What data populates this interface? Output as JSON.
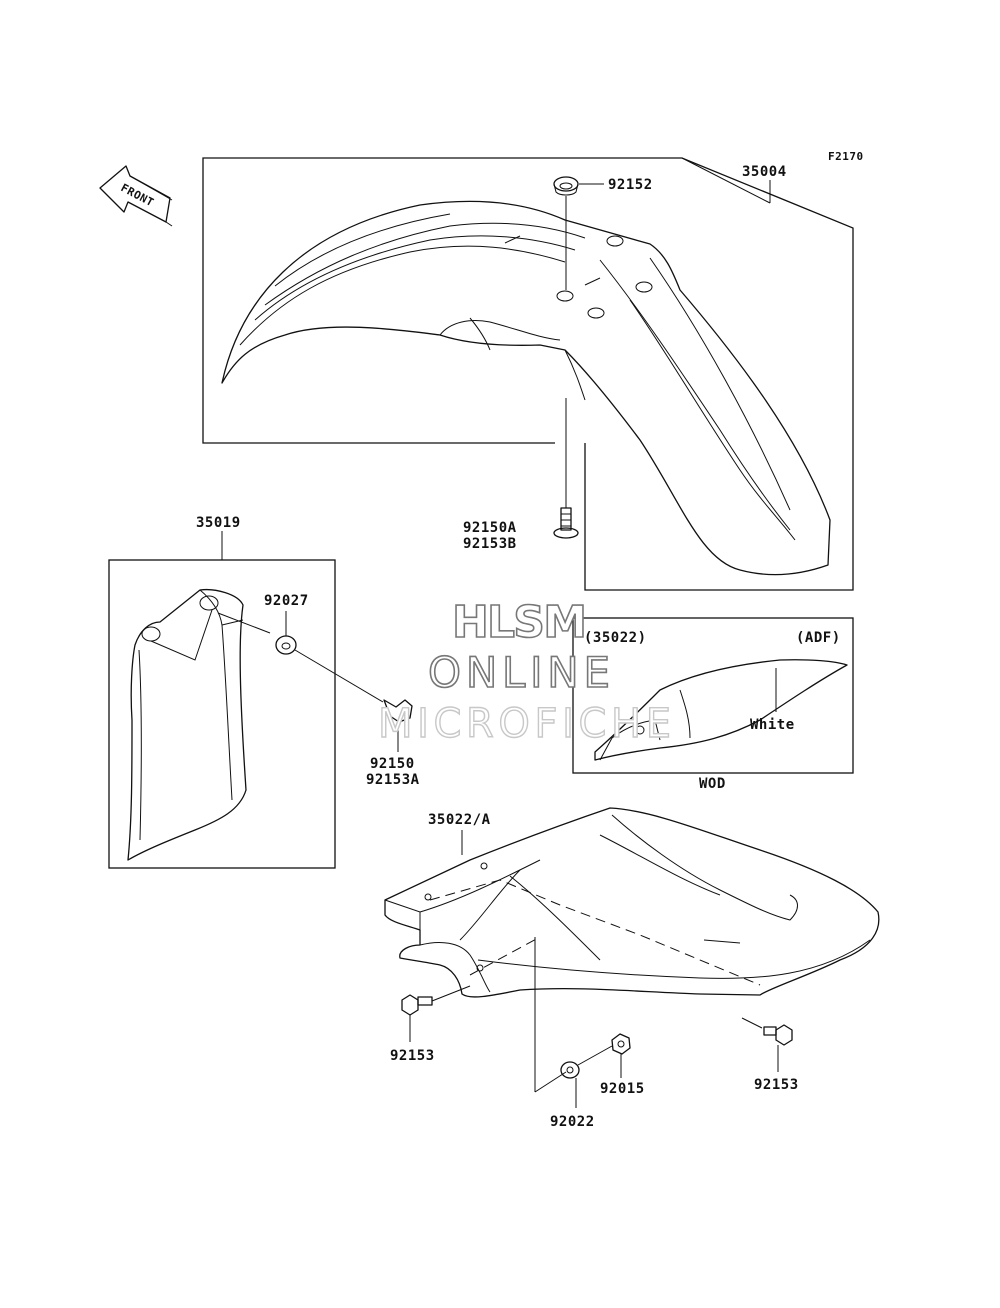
{
  "figure_code": "F2170",
  "front_label": "FRONT",
  "parts": {
    "p35004": "35004",
    "p92152": "92152",
    "p92150A": "92150A",
    "p92153B": "92153B",
    "p35019": "35019",
    "p92027": "92027",
    "p92150": "92150",
    "p92153A": "92153A",
    "p35022": "(35022)",
    "adf": "(ADF)",
    "white": "White",
    "wod": "WOD",
    "p35022A": "35022/A",
    "p92153_left": "92153",
    "p92153_right": "92153",
    "p92015": "92015",
    "p92022": "92022"
  },
  "watermark": {
    "line1": "HLSM",
    "line2": "ONLINE",
    "line3": "MICROFICHE"
  }
}
